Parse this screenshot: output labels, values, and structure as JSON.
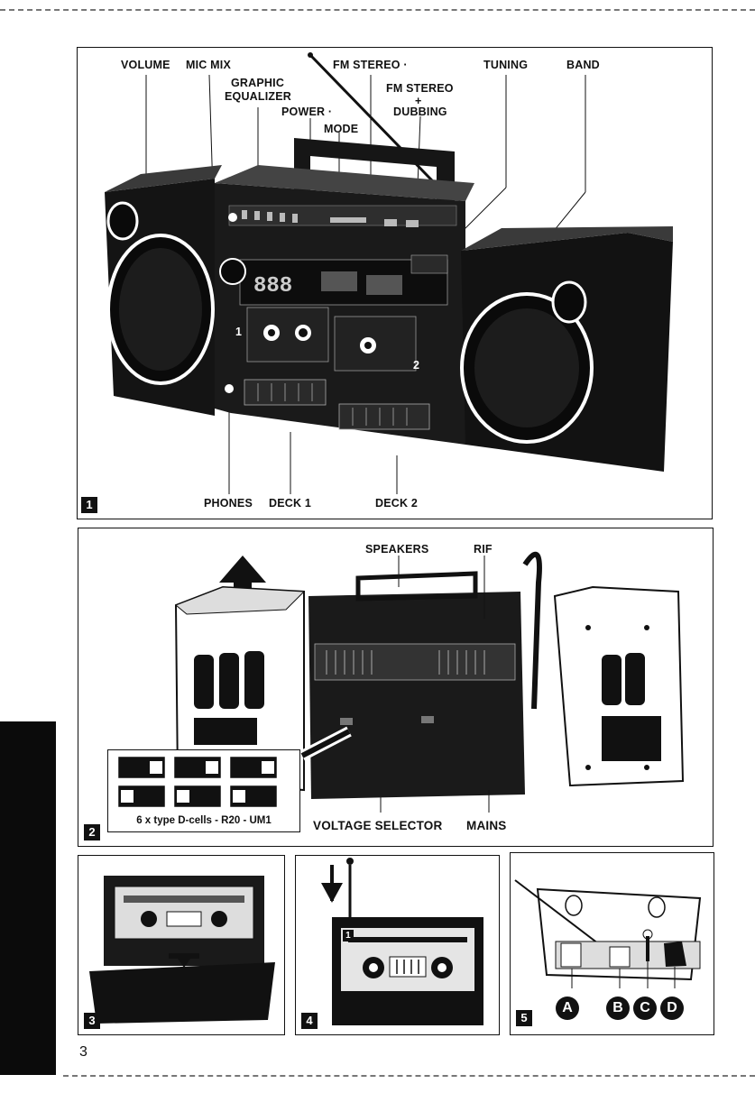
{
  "figure1": {
    "number": "1",
    "labels": {
      "volume": "VOLUME",
      "mic_mix": "MIC MIX",
      "graphic_equalizer_line1": "GRAPHIC",
      "graphic_equalizer_line2": "EQUALIZER",
      "power": "POWER ·",
      "mode": "MODE",
      "fm_stereo": "FM STEREO ·",
      "fm_stereo_dubbing_line1": "FM STEREO",
      "fm_stereo_dubbing_line2": "+",
      "fm_stereo_dubbing_line3": "DUBBING",
      "tuning": "TUNING",
      "band": "BAND",
      "phones": "PHONES",
      "deck1": "DECK 1",
      "deck2": "DECK 2",
      "deck1_marker": "1",
      "deck2_marker": "2"
    }
  },
  "figure2": {
    "number": "2",
    "labels": {
      "speakers": "SPEAKERS",
      "rif": "RIF",
      "voltage_selector": "VOLTAGE SELECTOR",
      "mains": "MAINS",
      "battery_caption": "6 x type D-cells - R20 - UM1"
    }
  },
  "figure3": {
    "number": "3"
  },
  "figure4": {
    "number": "4",
    "cassette_side": "1"
  },
  "figure5": {
    "number": "5",
    "letters": [
      "A",
      "B",
      "C",
      "D"
    ]
  },
  "page": {
    "number": "3"
  }
}
